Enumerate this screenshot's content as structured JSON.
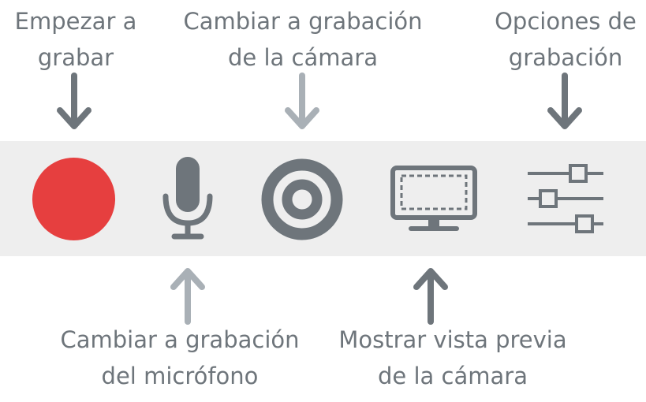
{
  "labels": {
    "start_recording": [
      "Empezar a",
      "grabar"
    ],
    "switch_camera": [
      "Cambiar a grabación",
      "de la cámara"
    ],
    "recording_options": [
      "Opciones de",
      "grabación"
    ],
    "switch_microphone": [
      "Cambiar a grabación",
      "del micrófono"
    ],
    "show_preview": [
      "Mostrar vista previa",
      "de la cámara"
    ]
  },
  "icons": {
    "record": "record-dot-icon",
    "microphone": "microphone-icon",
    "camera": "camera-target-icon",
    "monitor": "monitor-preview-icon",
    "settings": "sliders-icon"
  },
  "colors": {
    "record_red": "#e63f3f",
    "icon_gray": "#6e757b",
    "arrow_dark": "#6e757b",
    "arrow_light": "#a9b0b6",
    "toolbar_bg": "#eeeeee",
    "label_text": "#6e757b"
  }
}
